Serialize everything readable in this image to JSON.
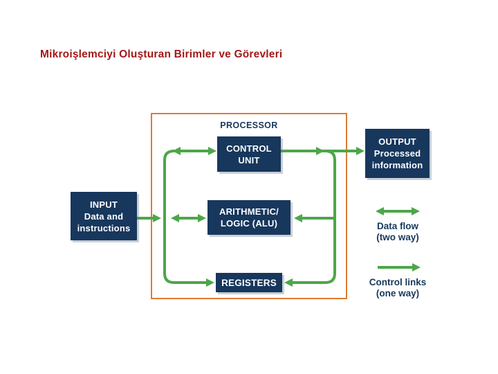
{
  "slide": {
    "title": "Mikroişlemciyi Oluşturan Birimler ve Görevleri"
  },
  "diagram": {
    "processor_label": "PROCESSOR",
    "boxes": {
      "control_unit": {
        "line1": "CONTROL",
        "line2": "UNIT"
      },
      "alu": {
        "line1": "ARITHMETIC/",
        "line2": "LOGIC (ALU)"
      },
      "registers": {
        "line1": "REGISTERS"
      },
      "input": {
        "line1": "INPUT",
        "line2": "Data and",
        "line3": "instructions"
      },
      "output": {
        "line1": "OUTPUT",
        "line2": "Processed",
        "line3": "information"
      }
    },
    "colors": {
      "title_red": "#a31818",
      "box_navy": "#17375d",
      "arrow_green": "#4da649",
      "processor_border_orange": "#dc7b33",
      "text_navy": "#17375d"
    }
  },
  "legend": {
    "data_flow": {
      "line1": "Data flow",
      "line2": "(two way)"
    },
    "control_links": {
      "line1": "Control links",
      "line2": "(one way)"
    }
  }
}
